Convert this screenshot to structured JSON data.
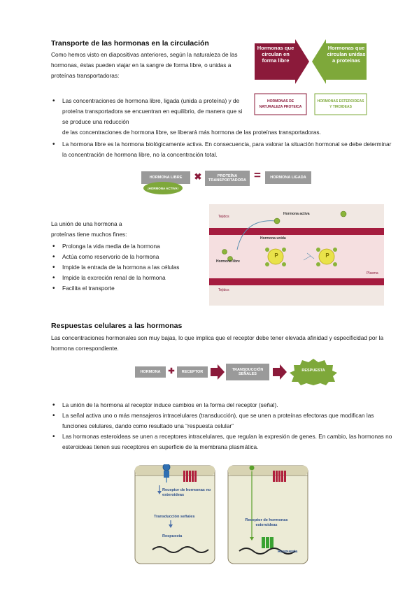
{
  "section1": {
    "title": "Transporte de las hormonas en la circulación",
    "intro": "Como hemos visto en diapositivas anteriores, según la naturaleza de las hormonas, éstas pueden viajar en la sangre de forma libre, o unidas a proteínas transportadoras:",
    "bullet1_part1": "Las concentraciones de hormona libre, ligada (unida a proteína) y de proteína transportadora se encuentran en equilibrio, de manera que si se produce una reducción",
    "bullet1_part2": "de las concentraciones de hormona libre, se liberará más hormona de las proteínas transportadoras.",
    "bullet2": "La hormona libre es la hormona biológicamente activa. En consecuencia, para valorar la situación hormonal se debe determinar la concentración de hormona libre, no la concentración total."
  },
  "arrows_diagram": {
    "left_arrow": "Hormonas que circulan en forma libre",
    "right_arrow": "Hormonas que circulan unidas a proteínas",
    "left_box": "HORMONAS DE NATURALEZA PROTEICA",
    "right_box": "HORMONAS ESTEROIDEAS Y TIROIDEAS",
    "colors": {
      "left": "#8b1a3a",
      "right": "#7ea83a"
    }
  },
  "equation": {
    "term1": "HORMONA LIBRE",
    "term1_badge": "¡HORMONA ACTIVA!",
    "operator": "✖",
    "term2": "PROTEÍNA TRANSPORTADORA",
    "equals": "=",
    "result": "HORMONA LIGADA"
  },
  "union": {
    "intro_line1": "La unión de una hormona a",
    "intro_line2": "proteínas tiene muchos fines:",
    "items": [
      "Prolonga la vida media de la hormona",
      "Actúa como reservorio de la hormona",
      "Impide la entrada de la hormona a las células",
      "Impide la excreción renal de la hormona",
      "Facilita el transporte"
    ]
  },
  "vessel_diagram": {
    "tejidos_top": "Tejidos",
    "hormona_activa": "Hormona activa",
    "hormona_unida": "Hormona unida",
    "hormona_libre": "Hormona libre",
    "protein_symbol": "P",
    "plasma": "Plasma",
    "tejidos_bottom": "Tejidos"
  },
  "section2": {
    "title": "Respuestas celulares a las hormonas",
    "intro": "Las concentraciones hormonales son muy bajas, lo que implica que el receptor debe tener elevada afinidad y especificidad por la hormona correspondiente.",
    "bullets": [
      "La unión de la hormona al receptor induce cambios en la forma del receptor (señal).",
      "La señal activa uno o más mensajeros intracelulares (transducción), que se unen a proteínas efectoras que modifican las funciones celulares, dando como resultado una “respuesta celular”",
      "Las hormonas esteroideas se unen a receptores intracelulares, que regulan la expresión de genes. En cambio, las hormonas no esteroideas tienen sus receptores en superficie de la membrana plasmática."
    ]
  },
  "flow": {
    "hormona": "HORMONA",
    "plus": "✚",
    "receptor": "RECEPTOR",
    "transduccion": "TRANSDUCCIÓN SEÑALES",
    "respuesta": "RESPUESTA"
  },
  "cells": {
    "left_receptor": "Receptor de hormonas no esteroideas",
    "left_transduccion": "Transducción señales",
    "left_respuesta": "Respuesta",
    "right_receptor": "Receptor de hormonas esteroideas",
    "right_respuesta": "Respuesta"
  }
}
